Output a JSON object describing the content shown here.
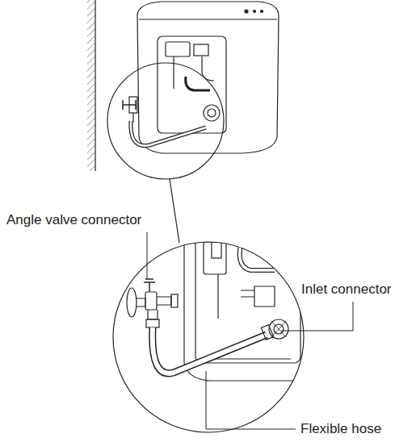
{
  "diagram": {
    "labels": [
      "Angle valve connector",
      "Inlet connector",
      "Flexible hose"
    ]
  }
}
